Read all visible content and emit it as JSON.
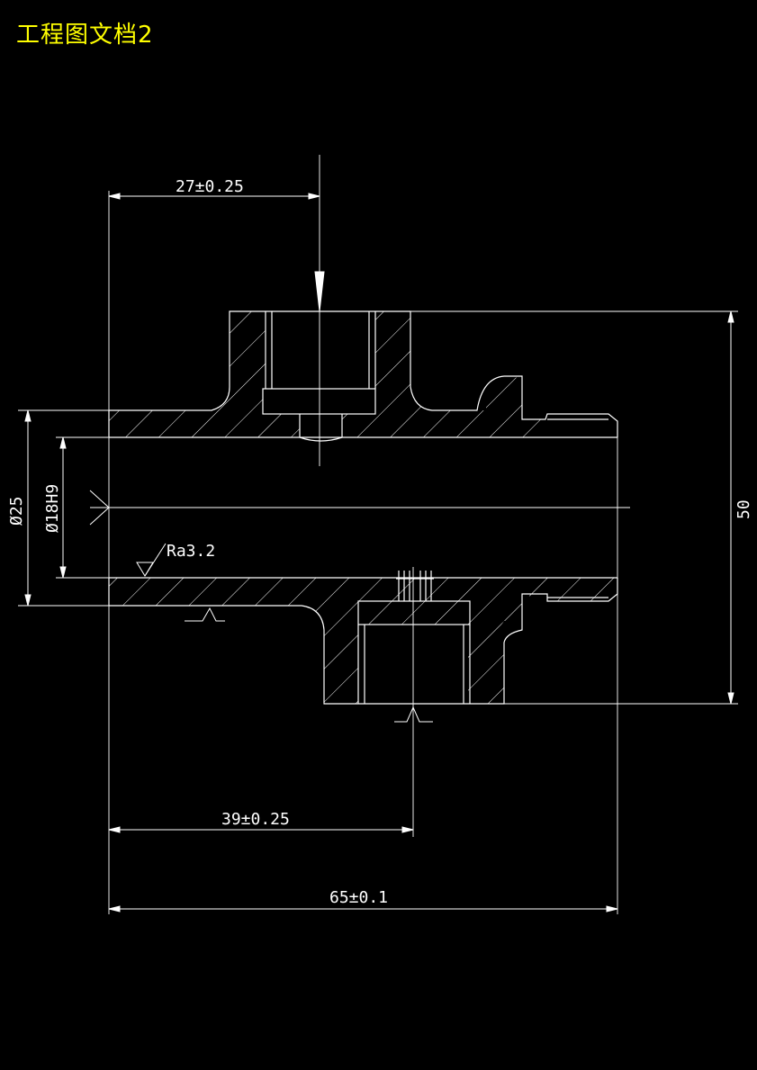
{
  "title": "工程图文档2",
  "colors": {
    "background": "#000000",
    "lines": "#ffffff",
    "title": "#ffff00"
  },
  "dimensions": {
    "d1": "27±0.25",
    "d2": "39±0.25",
    "d3": "65±0.1",
    "d4": "50",
    "d5": "Ø25",
    "d6": "Ø18H9",
    "roughness": "Ra3.2"
  }
}
